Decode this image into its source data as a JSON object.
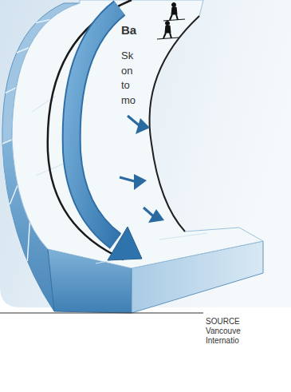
{
  "diagram": {
    "title": "Ba",
    "caption": "SOURCE Vancouve Internatio",
    "labels": [
      "Sk on to mo"
    ]
  }
}
